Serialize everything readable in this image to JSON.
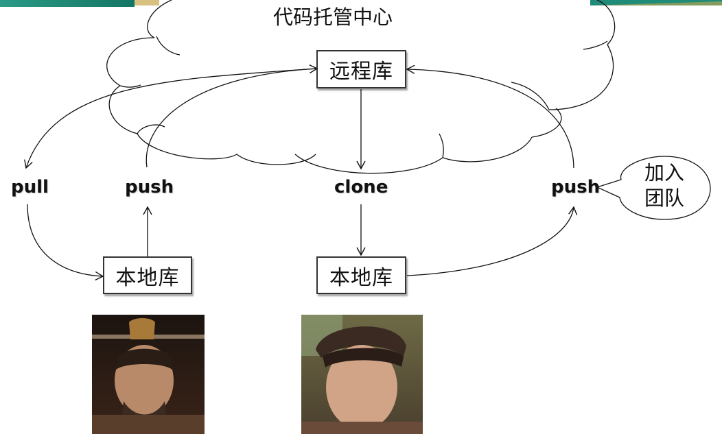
{
  "cloud": {
    "title": "代码托管中心"
  },
  "nodes": {
    "remote_repo": "远程库",
    "local_repo_left": "本地库",
    "local_repo_right": "本地库"
  },
  "actions": {
    "pull": "pull",
    "push_left": "push",
    "clone": "clone",
    "push_right": "push"
  },
  "join_bubble": {
    "line1": "加入",
    "line2": "团队"
  },
  "portraits": [
    {
      "name": "person-left-portrait"
    },
    {
      "name": "person-right-portrait"
    }
  ],
  "colors": {
    "header_teal": "#1f8c7a",
    "header_gold": "#c8a64a",
    "line": "#111111"
  }
}
